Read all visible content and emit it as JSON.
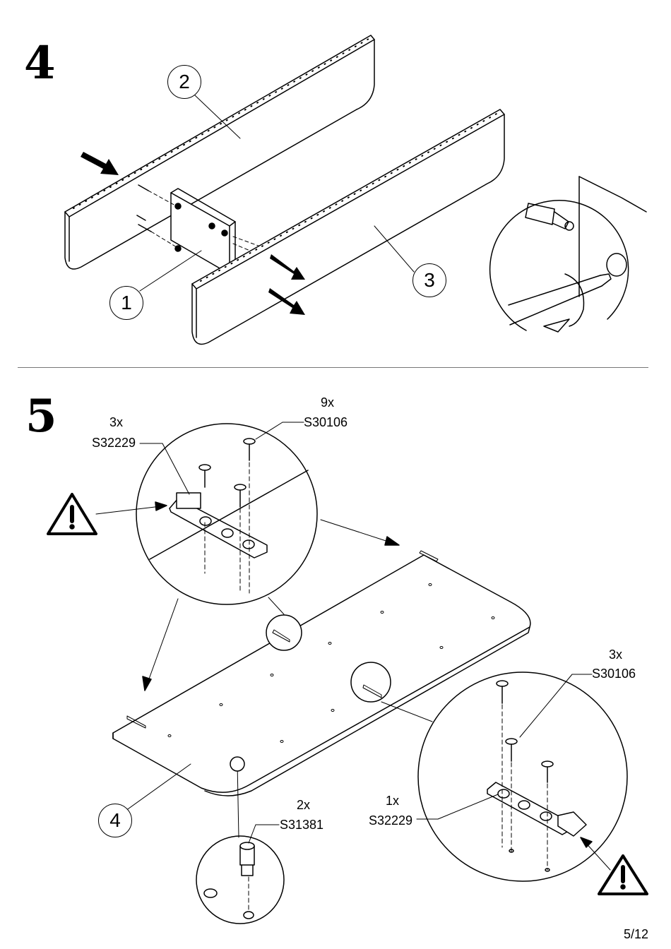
{
  "steps": [
    {
      "number": "4",
      "callouts": [
        "2",
        "1",
        "3"
      ]
    },
    {
      "number": "5",
      "callouts": [
        "4"
      ],
      "parts": [
        {
          "qty": "9x",
          "code": "S30106"
        },
        {
          "qty": "3x",
          "code": "S32229"
        },
        {
          "qty": "3x",
          "code": "S30106"
        },
        {
          "qty": "1x",
          "code": "S32229"
        },
        {
          "qty": "2x",
          "code": "S31381"
        }
      ]
    }
  ],
  "footer": {
    "page": "5/12"
  },
  "icons": [
    "warning-icon",
    "screwdriver-icon",
    "screw-icon",
    "arrow-icon",
    "hinge-plate-icon",
    "dowel-icon"
  ]
}
